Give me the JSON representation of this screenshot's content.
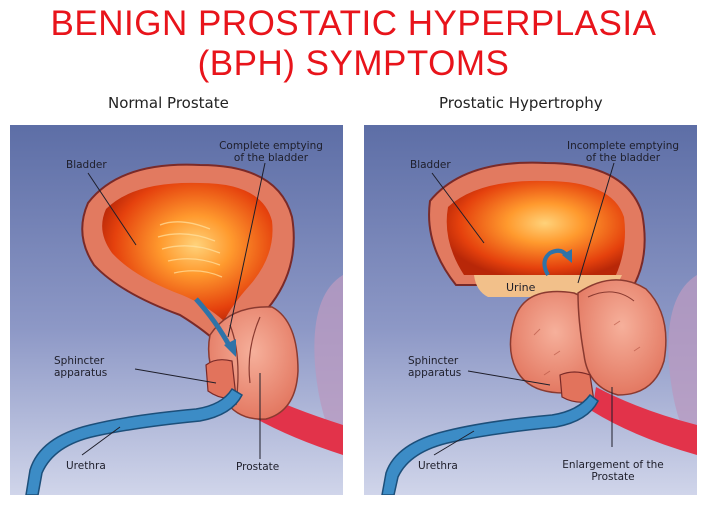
{
  "title": {
    "line1": "BENIGN PROSTATIC HYPERPLASIA",
    "line2": "(BPH) SYMPTOMS"
  },
  "panels": [
    {
      "title": "Normal Prostate",
      "labels": {
        "bladder": "Bladder",
        "emptying_1": "Complete emptying",
        "emptying_2": "of the bladder",
        "sphincter_1": "Sphincter",
        "sphincter_2": "apparatus",
        "urethra": "Urethra",
        "prostate": "Prostate"
      }
    },
    {
      "title": "Prostatic Hypertrophy",
      "labels": {
        "bladder": "Bladder",
        "emptying_1": "Incomplete emptying",
        "emptying_2": "of the bladder",
        "urine": "Urine",
        "sphincter_1": "Sphincter",
        "sphincter_2": "apparatus",
        "urethra": "Urethra",
        "enlargement_1": "Enlargement of the",
        "enlargement_2": "Prostate"
      }
    }
  ],
  "colors": {
    "title": "#e8141b",
    "panel_bg_top": "#5f70a8",
    "panel_bg_bottom": "#c9cfe6",
    "bladder_wall": "#e0735a",
    "bladder_inner": "#f25a14",
    "prostate": "#f0917c",
    "urethra": "#3a86c0",
    "urine": "#f2c08a"
  }
}
